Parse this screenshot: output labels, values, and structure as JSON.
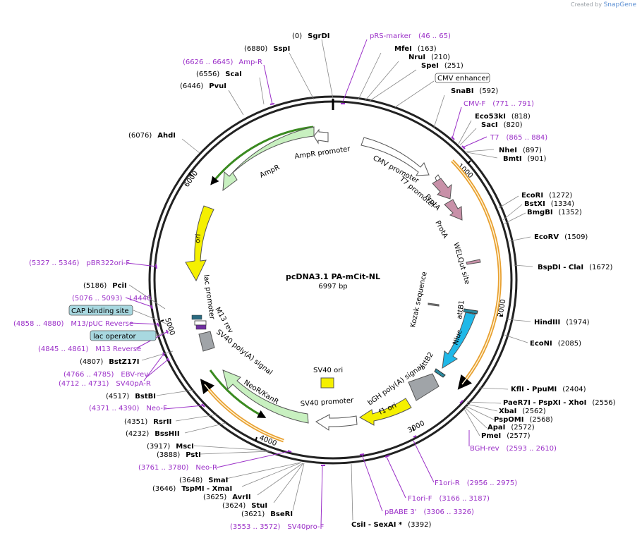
{
  "header": {
    "credit_prefix": "Created by",
    "credit_brand": "SnapGene"
  },
  "plasmid": {
    "name": "pcDNA3.1 PA-mCit-NL",
    "size": "6997 bp"
  },
  "ticks": [
    "1000",
    "2000",
    "3000",
    "4000",
    "5000",
    "6000"
  ],
  "features": {
    "cmv_promoter": "CMV promoter",
    "t7_promoter": "T7 promoter",
    "prota_1": "ProtA",
    "prota_2": "ProtA",
    "welqut": "WELQut site",
    "kozak": "Kozak sequence",
    "attb1": "attB1",
    "nluc": "Nluc",
    "attb2": "attB2",
    "bgh": "bGH poly(A) signal",
    "f1ori": "f1 ori",
    "sv40_promoter": "SV40 promoter",
    "sv40_ori": "SV40 ori",
    "neor": "NeoR/KanR",
    "sv40pa": "SV40 poly(A) signal",
    "m13rev": "M13 rev",
    "lac_promoter": "lac promoter",
    "ori": "ori",
    "ampr": "AmpR",
    "ampr_promoter": "AmpR promoter"
  },
  "labels": [
    {
      "pos": "(0)",
      "name": "SgrDI",
      "kind": "site"
    },
    {
      "pos": "(6880)",
      "name": "SspI",
      "kind": "site"
    },
    {
      "pos": "(6626 .. 6645)",
      "name": "Amp-R",
      "kind": "primer"
    },
    {
      "pos": "(6556)",
      "name": "ScaI",
      "kind": "site"
    },
    {
      "pos": "(6446)",
      "name": "PvuI",
      "kind": "site"
    },
    {
      "pos": "(6076)",
      "name": "AhdI",
      "kind": "site"
    },
    {
      "pos": "(46 .. 65)",
      "name": "pRS-marker",
      "kind": "primer"
    },
    {
      "pos": "(163)",
      "name": "MfeI",
      "kind": "site"
    },
    {
      "pos": "(210)",
      "name": "NruI",
      "kind": "site"
    },
    {
      "pos": "(251)",
      "name": "SpeI",
      "kind": "site"
    },
    {
      "name": "CMV enhancer",
      "kind": "box"
    },
    {
      "pos": "(592)",
      "name": "SnaBI",
      "kind": "site"
    },
    {
      "pos": "(771 .. 791)",
      "name": "CMV-F",
      "kind": "primer"
    },
    {
      "pos": "(818)",
      "name": "Eco53kI",
      "kind": "site"
    },
    {
      "pos": "(820)",
      "name": "SacI",
      "kind": "site"
    },
    {
      "pos": "(865 .. 884)",
      "name": "T7",
      "kind": "primer"
    },
    {
      "pos": "(897)",
      "name": "NheI",
      "kind": "site"
    },
    {
      "pos": "(901)",
      "name": "BmtI",
      "kind": "site"
    },
    {
      "pos": "(1272)",
      "name": "EcoRI",
      "kind": "site"
    },
    {
      "pos": "(1334)",
      "name": "BstXI",
      "kind": "site"
    },
    {
      "pos": "(1352)",
      "name": "BmgBI",
      "kind": "site"
    },
    {
      "pos": "(1509)",
      "name": "EcoRV",
      "kind": "site"
    },
    {
      "pos": "(1672)",
      "name": "BspDI - ClaI",
      "kind": "site"
    },
    {
      "pos": "(1974)",
      "name": "HindIII",
      "kind": "site"
    },
    {
      "pos": "(2085)",
      "name": "EcoNI",
      "kind": "site"
    },
    {
      "pos": "(2404)",
      "name": "KflI - PpuMI",
      "kind": "site"
    },
    {
      "pos": "(2556)",
      "name": "PaeR7I - PspXI - XhoI",
      "kind": "site"
    },
    {
      "pos": "(2562)",
      "name": "XbaI",
      "kind": "site"
    },
    {
      "pos": "(2568)",
      "name": "PspOMI",
      "kind": "site"
    },
    {
      "pos": "(2572)",
      "name": "ApaI",
      "kind": "site"
    },
    {
      "pos": "(2577)",
      "name": "PmeI",
      "kind": "site"
    },
    {
      "pos": "(2593 .. 2610)",
      "name": "BGH-rev",
      "kind": "primer"
    },
    {
      "pos": "(2956 .. 2975)",
      "name": "F1ori-R",
      "kind": "primer"
    },
    {
      "pos": "(3166 .. 3187)",
      "name": "F1ori-F",
      "kind": "primer"
    },
    {
      "pos": "(3306 .. 3326)",
      "name": "pBABE 3'",
      "kind": "primer"
    },
    {
      "pos": "(3392)",
      "name": "CsiI - SexAI *",
      "kind": "site"
    },
    {
      "pos": "(3553 .. 3572)",
      "name": "SV40pro-F",
      "kind": "primer"
    },
    {
      "pos": "(3621)",
      "name": "BseRI",
      "kind": "site"
    },
    {
      "pos": "(3624)",
      "name": "StuI",
      "kind": "site"
    },
    {
      "pos": "(3625)",
      "name": "AvrII",
      "kind": "site"
    },
    {
      "pos": "(3646)",
      "name": "TspMI - XmaI",
      "kind": "site"
    },
    {
      "pos": "(3648)",
      "name": "SmaI",
      "kind": "site"
    },
    {
      "pos": "(3761 .. 3780)",
      "name": "Neo-R",
      "kind": "primer"
    },
    {
      "pos": "(3888)",
      "name": "PstI",
      "kind": "site"
    },
    {
      "pos": "(3917)",
      "name": "MscI",
      "kind": "site"
    },
    {
      "pos": "(4232)",
      "name": "BssHII",
      "kind": "site"
    },
    {
      "pos": "(4351)",
      "name": "RsrII",
      "kind": "site"
    },
    {
      "pos": "(4371 .. 4390)",
      "name": "Neo-F",
      "kind": "primer"
    },
    {
      "pos": "(4517)",
      "name": "BstBI",
      "kind": "site"
    },
    {
      "pos": "(4712 .. 4731)",
      "name": "SV40pA-R",
      "kind": "primer"
    },
    {
      "pos": "(4766 .. 4785)",
      "name": "EBV-rev",
      "kind": "primer"
    },
    {
      "pos": "(4807)",
      "name": "BstZ17I",
      "kind": "site"
    },
    {
      "pos": "(4845 .. 4861)",
      "name": "M13 Reverse",
      "kind": "primer"
    },
    {
      "name": "lac operator",
      "kind": "box"
    },
    {
      "pos": "(4858 .. 4880)",
      "name": "M13/pUC Reverse",
      "kind": "primer"
    },
    {
      "name": "CAP binding site",
      "kind": "box"
    },
    {
      "pos": "(5076 .. 5093)",
      "name": "L4440",
      "kind": "primer"
    },
    {
      "pos": "(5186)",
      "name": "PciI",
      "kind": "site"
    },
    {
      "pos": "(5327 .. 5346)",
      "name": "pBR322ori-F",
      "kind": "primer"
    }
  ],
  "colors": {
    "site": "#000000",
    "primer": "#9b30c8",
    "ampr": "#c8f0c0",
    "ori": "#f5f000",
    "nluc": "#20b8e8",
    "prota": "#c890a8",
    "neor": "#c8f0c0",
    "terminator": "#a0a4a8",
    "promoter": "#ffffff",
    "orange_band": "#e8a030",
    "box": "#a8d8e0"
  }
}
